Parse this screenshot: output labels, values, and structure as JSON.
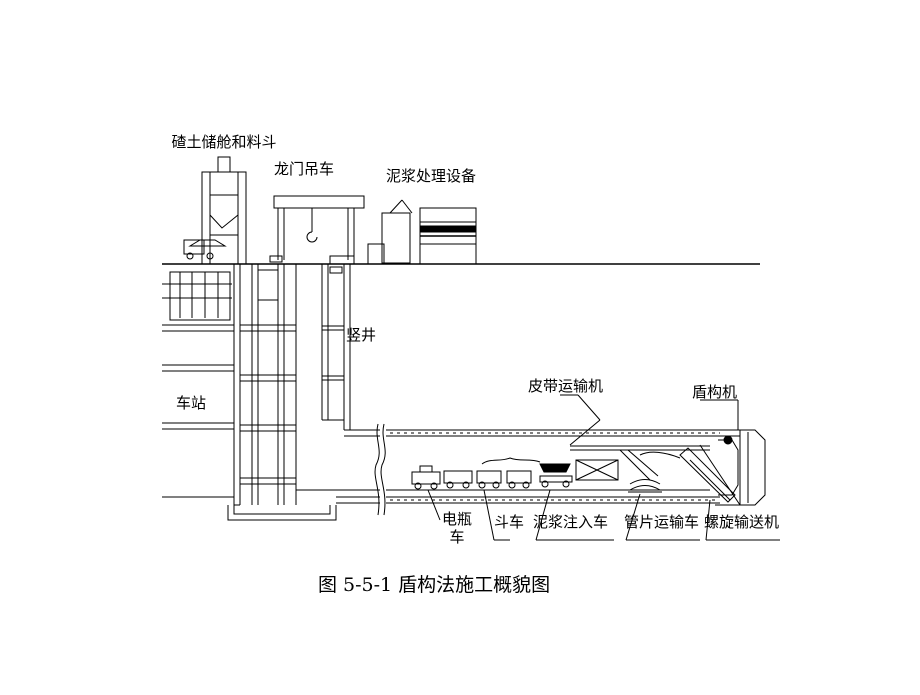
{
  "diagram": {
    "labels": {
      "muck_storage": "碴土储舱和料斗",
      "gantry_crane": "龙门吊车",
      "slurry_treatment": "泥浆处理设备",
      "shaft": "竖井",
      "station": "车站",
      "belt_conveyor": "皮带运输机",
      "shield_machine": "盾构机",
      "battery_car": "电瓶车",
      "hopper_car": "斗车",
      "grout_car": "泥浆注入车",
      "segment_car": "管片运输车",
      "screw_conveyor": "螺旋输送机"
    },
    "caption": "图 5-5-1 盾构法施工概貌图"
  }
}
